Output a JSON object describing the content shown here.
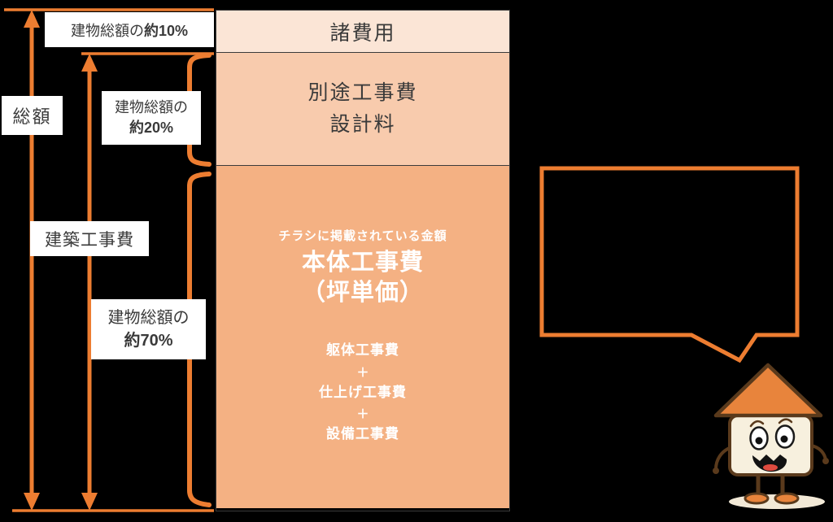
{
  "colors": {
    "bg": "#000000",
    "accent": "#ED7D31",
    "band1": "#FBE5D6",
    "band2": "#F8CBAD",
    "band3": "#F4B183",
    "band-border": "#3B3B3B",
    "label-text": "#3A3A3A",
    "white": "#FFFFFF",
    "roof": "#E8843C",
    "outline": "#5A3A1C",
    "cream": "#F7F0DE",
    "shadow": "#F2E9D7",
    "tongue": "#E04B3F"
  },
  "chart_data": {
    "type": "bar",
    "title": "",
    "categories": [
      "諸費用",
      "別途工事費・設計料",
      "本体工事費（坪単価）"
    ],
    "values": [
      10,
      20,
      70
    ],
    "unit": "建物総額に対する割合(%)"
  },
  "bar": {
    "segments": [
      {
        "name": "諸費用",
        "share": "約10%"
      },
      {
        "name": "別途工事費",
        "name2": "設計料",
        "share": "約20%"
      },
      {
        "note": "チラシに掲載されている金額",
        "name": "本体工事費",
        "name2": "（坪単価）",
        "share": "約70%",
        "plus": "＋",
        "components": [
          "躯体工事費",
          "仕上げ工事費",
          "設備工事費"
        ]
      }
    ]
  },
  "labels": {
    "total": "総額",
    "construction": "建築工事費",
    "pct10_prefix": "建物総額の",
    "pct10_value": "約10%",
    "pct20_prefix": "建物総額の",
    "pct20_value": "約20%",
    "pct70_prefix": "建物総額の",
    "pct70_value": "約70%"
  }
}
